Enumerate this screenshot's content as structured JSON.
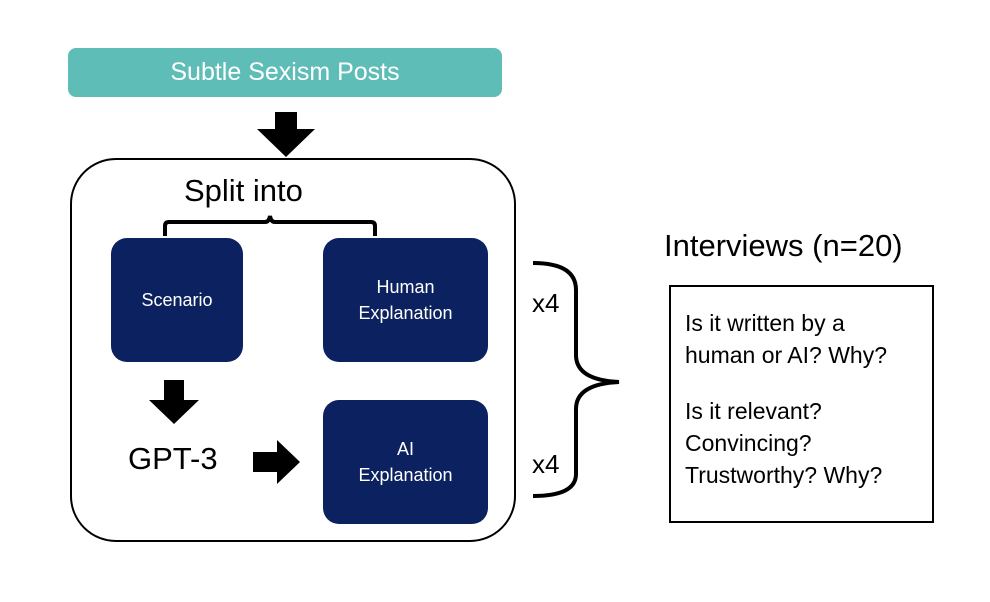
{
  "top_box": {
    "label": "Subtle Sexism Posts",
    "color": "#5fbdb7"
  },
  "split_label": "Split into",
  "nodes": {
    "scenario": {
      "line1": "Scenario"
    },
    "human": {
      "line1": "Human",
      "line2": "Explanation"
    },
    "ai": {
      "line1": "AI",
      "line2": "Explanation"
    },
    "gpt": "GPT-3",
    "box_color": "#0c2260"
  },
  "multipliers": {
    "upper": "x4",
    "lower": "x4"
  },
  "interviews": {
    "title": "Interviews (n=20)",
    "questions": [
      "Is it written by a human or AI? Why?",
      "Is it relevant? Convincing? Trustworthy? Why?"
    ]
  }
}
